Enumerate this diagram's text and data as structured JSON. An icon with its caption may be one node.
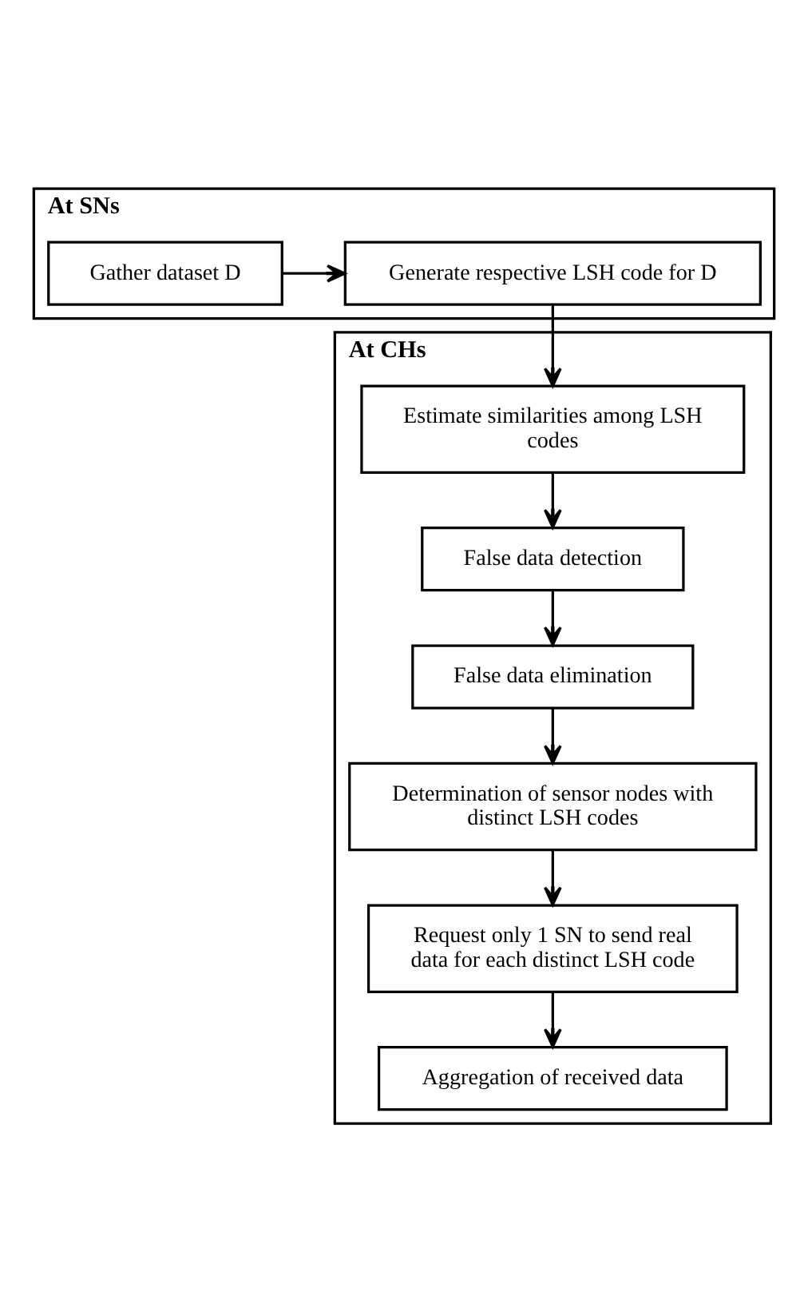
{
  "diagram": {
    "nodes": [
      {
        "text": [
          "At SNs"
        ]
      },
      {
        "text": [
          "Gather dataset D"
        ],
        "in": 0
      },
      {
        "text": [
          "Generate respective LSH code for D"
        ],
        "in": 0
      },
      {
        "text": [
          "At CHs"
        ]
      },
      {
        "text": [
          "Estimate similarities among LSH codes"
        ],
        "in": 3
      },
      {
        "text": [
          "False data detection"
        ],
        "in": 3
      },
      {
        "text": [
          "False data elimination"
        ],
        "in": 3
      },
      {
        "text": [
          "Determination of sensor nodes with distinct LSH codes"
        ],
        "in": 3
      },
      {
        "text": [
          "Request only 1 SN to send real data for each distinct LSH code"
        ],
        "in": 3
      },
      {
        "text": [
          "Aggregation of received data"
        ],
        "in": 3
      }
    ],
    "edges": [
      {
        "from": 1,
        "to": 2,
        "arrow": "to"
      },
      {
        "from": 2,
        "to": 4,
        "arrow": "to"
      },
      {
        "from": 4,
        "to": 5,
        "arrow": "to"
      },
      {
        "from": 5,
        "to": 6,
        "arrow": "to"
      },
      {
        "from": 6,
        "to": 7,
        "arrow": "to"
      },
      {
        "from": 7,
        "to": 8,
        "arrow": "to"
      },
      {
        "from": 8,
        "to": 9,
        "arrow": "to"
      }
    ]
  }
}
